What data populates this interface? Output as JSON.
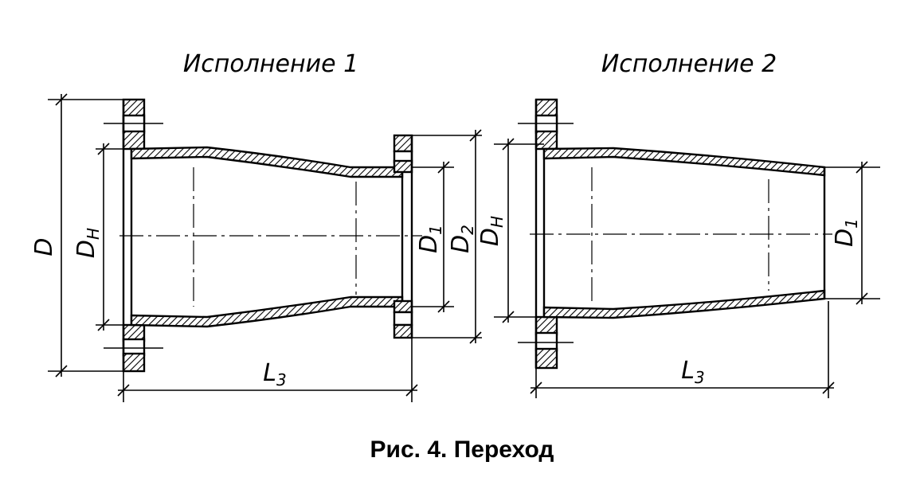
{
  "variants": [
    {
      "title": "Исполнение 1",
      "labels": {
        "d_outer": "D",
        "d_nominal": "D",
        "d_nominal_sub": "Н",
        "d1": "D",
        "d1_sub": "1",
        "d2": "D",
        "d2_sub": "2",
        "length": "L",
        "length_sub": "3"
      }
    },
    {
      "title": "Исполнение 2",
      "labels": {
        "d_nominal": "D",
        "d_nominal_sub": "Н",
        "d1": "D",
        "d1_sub": "1",
        "length": "L",
        "length_sub": "3"
      }
    }
  ],
  "caption": "Рис. 4. Переход",
  "colors": {
    "ink": "#000000",
    "paper": "#ffffff"
  }
}
